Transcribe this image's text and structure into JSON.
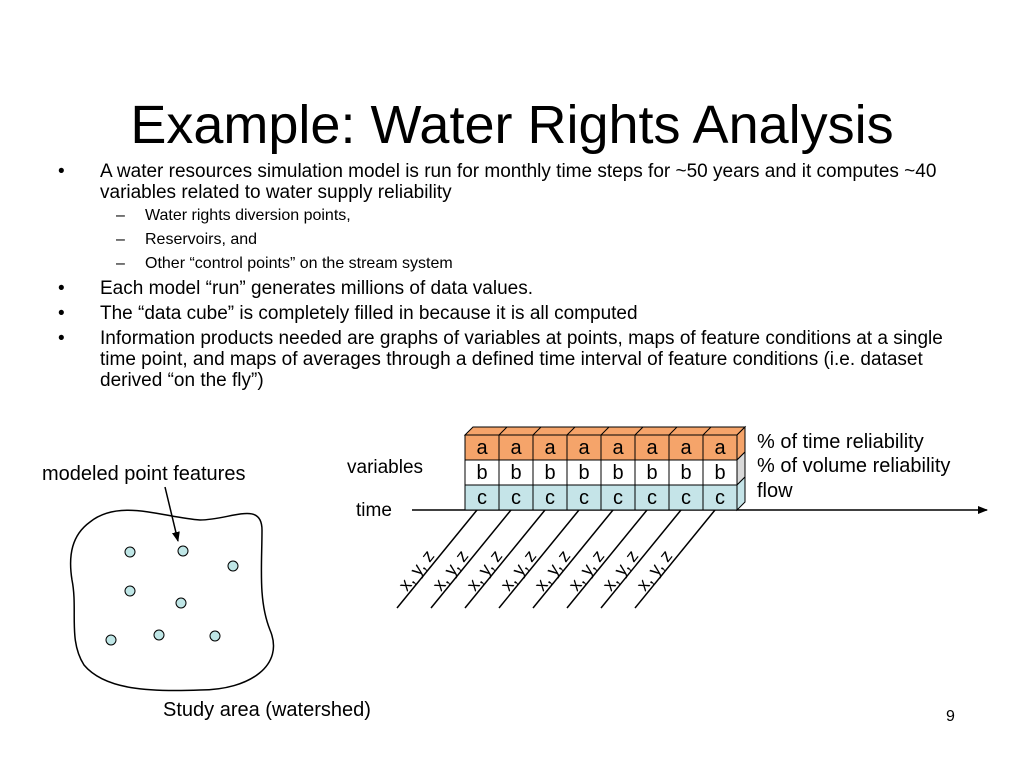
{
  "slide": {
    "title": "Example: Water Rights Analysis",
    "page_number": "9"
  },
  "bullets": [
    {
      "text": "A water resources simulation model is run for monthly time steps for ~50 years and it computes ~40 variables related to water supply reliability",
      "sub": [
        "Water rights diversion points,",
        "Reservoirs, and",
        "Other “control points” on the stream system"
      ]
    },
    {
      "text": "Each model “run” generates millions of data values.",
      "sub": []
    },
    {
      "text": "The “data cube” is completely filled in because it is all computed",
      "sub": []
    },
    {
      "text": "Information products needed are graphs of variables at points, maps of feature conditions at a single time point, and maps of averages through a defined time interval of feature conditions (i.e. dataset derived “on the fly”)",
      "sub": []
    }
  ],
  "bullet_marker": "•",
  "sub_marker": "–",
  "diagram": {
    "watershed_label": "modeled point features",
    "study_area_label": "Study area (watershed)",
    "point_count": 8,
    "axis_variables": "variables",
    "axis_time": "time",
    "cube_rows": [
      {
        "letter": "a",
        "label": "% of time reliability",
        "color": "#f5a46a"
      },
      {
        "letter": "b",
        "label": "% of volume reliability",
        "color": "#ffffff"
      },
      {
        "letter": "c",
        "label": "flow",
        "color": "#c5e4e8"
      }
    ],
    "cube_columns": 8,
    "slice_label": "x, y, z",
    "point_fill": "#bfe6e6"
  }
}
